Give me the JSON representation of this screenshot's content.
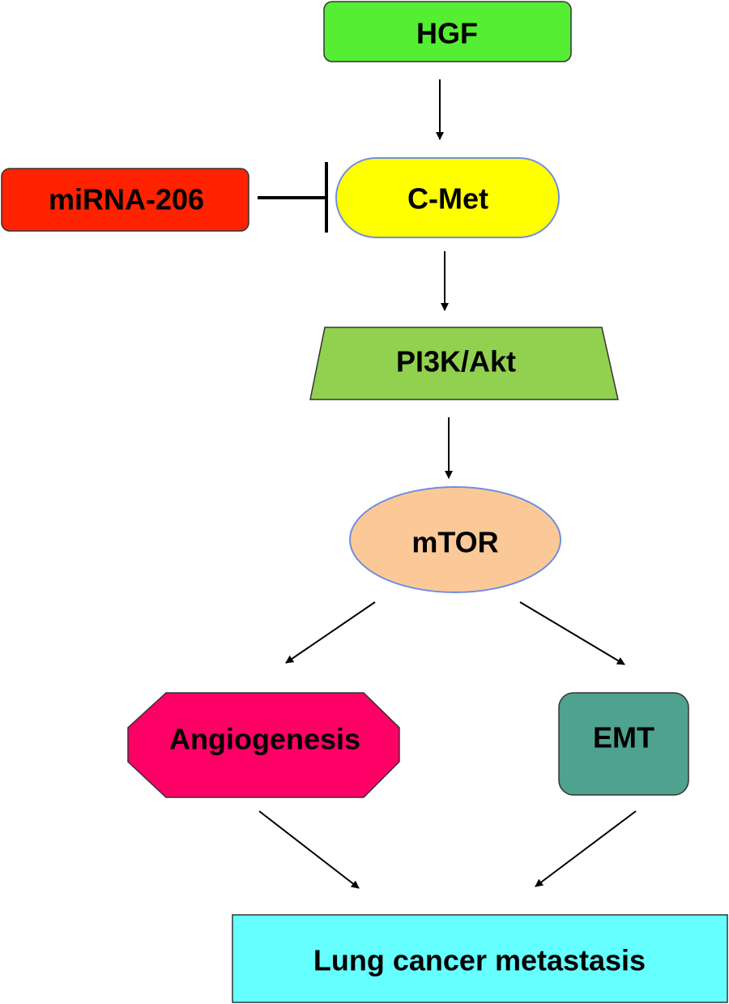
{
  "nodes": {
    "hgf": {
      "label": "HGF",
      "color": "#55ee33"
    },
    "mirna": {
      "label": "miRNA-206",
      "color": "#ff2200"
    },
    "cmet": {
      "label": "C-Met",
      "color": "#ffff00"
    },
    "pi3k": {
      "label": "PI3K/Akt",
      "color": "#92d050"
    },
    "mtor": {
      "label": "mTOR",
      "color": "#fbc997"
    },
    "angio": {
      "label": "Angiogenesis",
      "color": "#ff0066"
    },
    "emt": {
      "label": "EMT",
      "color": "#4ea28f"
    },
    "metastasis": {
      "label": "Lung cancer metastasis",
      "color": "#66ffff"
    }
  },
  "edges": [
    {
      "from": "hgf",
      "to": "cmet",
      "type": "activation"
    },
    {
      "from": "mirna",
      "to": "cmet",
      "type": "inhibition"
    },
    {
      "from": "cmet",
      "to": "pi3k",
      "type": "activation"
    },
    {
      "from": "pi3k",
      "to": "mtor",
      "type": "activation"
    },
    {
      "from": "mtor",
      "to": "angio",
      "type": "activation"
    },
    {
      "from": "mtor",
      "to": "emt",
      "type": "activation"
    },
    {
      "from": "angio",
      "to": "metastasis",
      "type": "activation"
    },
    {
      "from": "emt",
      "to": "metastasis",
      "type": "activation"
    }
  ]
}
